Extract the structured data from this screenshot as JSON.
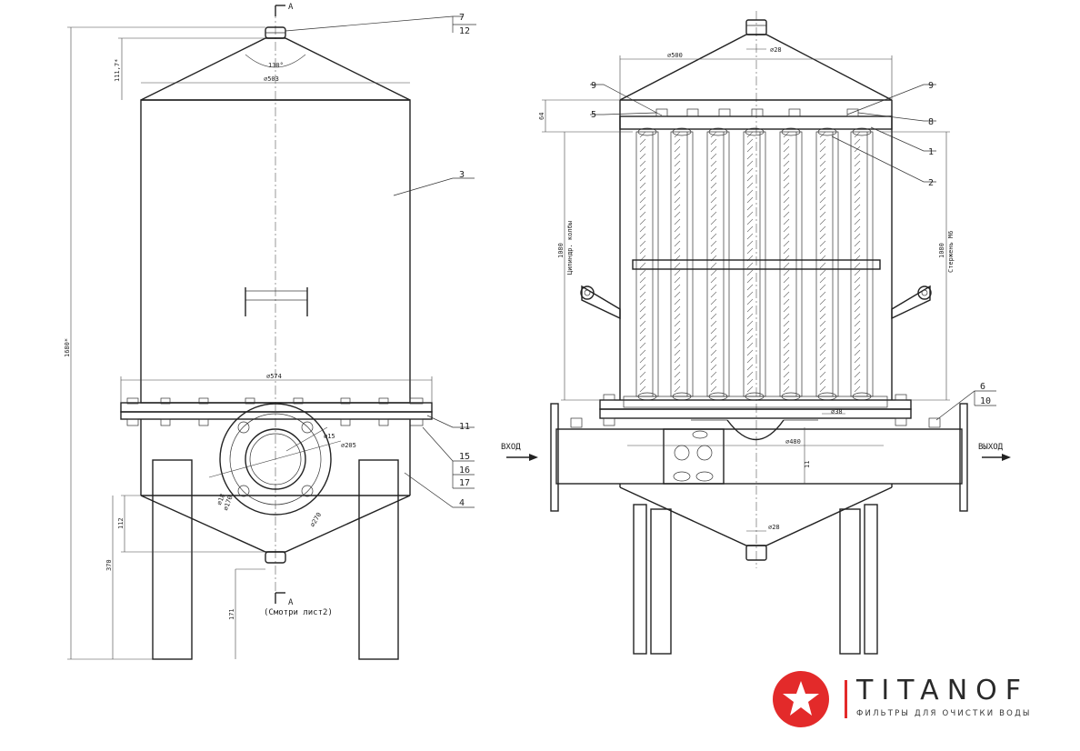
{
  "labels": {
    "section_mark_top": "А",
    "section_mark_bottom": "А",
    "see_sheet": "(Смотри лист2)",
    "inlet": "ВХОД",
    "outlet": "ВЫХОД",
    "flask_cylinder_label": "Цилиндр. колбы",
    "rod_label": "Стержень М6"
  },
  "dimensions": {
    "d503": "⌀503",
    "d574": "⌀574",
    "d205": "⌀205",
    "d15": "⌀15",
    "d18": "⌀18",
    "d170": "⌀170",
    "d270": "⌀270",
    "h1680": "1680*",
    "h111": "111,7*",
    "h112": "112",
    "h370": "370",
    "h171": "171",
    "a130": "130°",
    "d500": "⌀500",
    "d28_top": "⌀28",
    "d28_bottom": "⌀28",
    "h64": "64",
    "h1080_left": "1080",
    "h1080_right": "1080",
    "d38": "⌀38",
    "d480": "⌀480",
    "n11": "11"
  },
  "callouts": {
    "c7": "7",
    "c12": "12",
    "c3": "3",
    "c11": "11",
    "c15": "15",
    "c16": "16",
    "c17": "17",
    "c4": "4",
    "r9a": "9",
    "r5": "5",
    "r9b": "9",
    "r8": "8",
    "r1": "1",
    "r2": "2",
    "r6": "6",
    "r10": "10"
  },
  "brand": {
    "name": "TITANOF",
    "tagline": "ФИЛЬТРЫ ДЛЯ ОЧИСТКИ ВОДЫ",
    "accent": "#e32a2a"
  }
}
